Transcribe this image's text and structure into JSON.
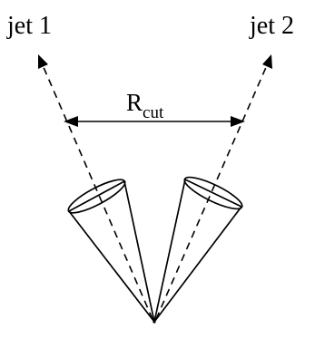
{
  "labels": {
    "jet1": "jet 1",
    "jet2": "jet 2",
    "rcut_main": "R",
    "rcut_sub": "cut"
  }
}
